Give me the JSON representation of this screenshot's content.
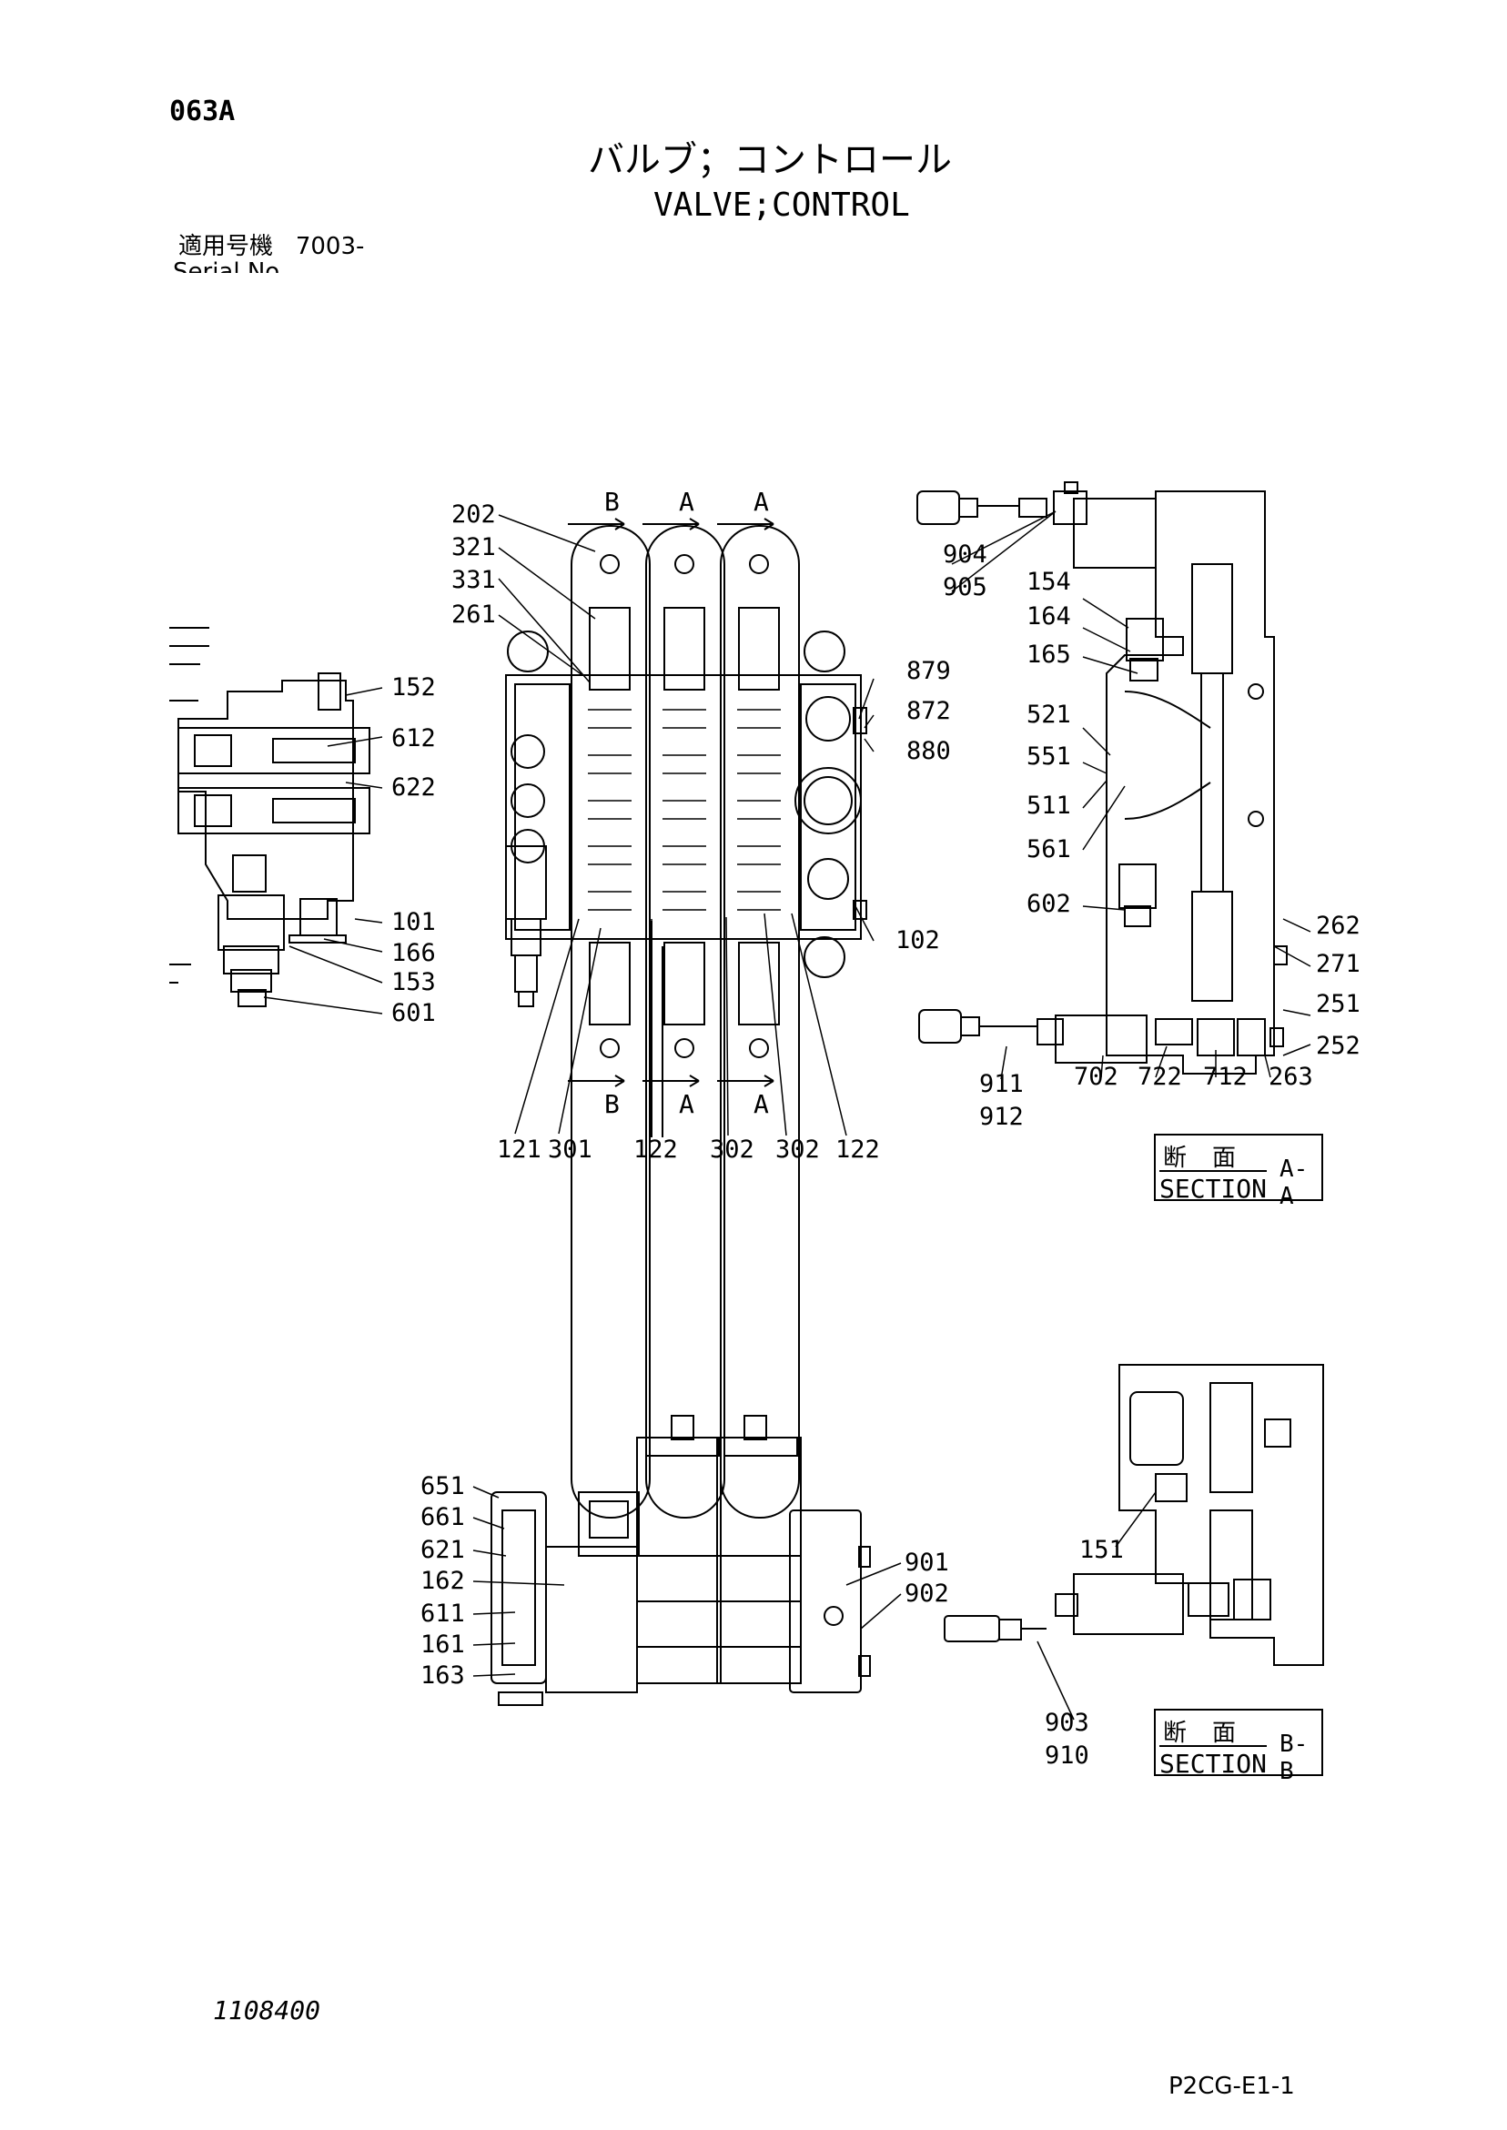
{
  "header": {
    "code": "063A",
    "title_jp": "バルブ；コントロール",
    "title_en": "VALVE;CONTROL",
    "serial_label_jp": "適用号機",
    "serial_value": "7003-",
    "serial_label_en": "Serial No."
  },
  "footer": {
    "catalog_no": "1108400",
    "page_code": "P2CG-E1-1"
  },
  "section_boxes": {
    "aa": {
      "jp": "断面",
      "en": "SECTION",
      "suffix": "A-A"
    },
    "bb": {
      "jp": "断面",
      "en": "SECTION",
      "suffix": "B-B"
    }
  },
  "section_markers": {
    "top": [
      "B",
      "A",
      "A"
    ],
    "bottom": [
      "B",
      "A",
      "A"
    ]
  },
  "callouts": {
    "left_view": [
      "152",
      "612",
      "622",
      "101",
      "166",
      "153",
      "601"
    ],
    "main_view_left": [
      "202",
      "321",
      "331",
      "261"
    ],
    "main_view_right": [
      "879",
      "872",
      "880",
      "102"
    ],
    "main_view_bottom": [
      "121",
      "301",
      "122",
      "302",
      "302",
      "122"
    ],
    "section_aa_top": [
      "904",
      "905"
    ],
    "section_aa_left": [
      "154",
      "164",
      "165",
      "521",
      "551",
      "511",
      "561",
      "602"
    ],
    "section_aa_right": [
      "262",
      "271",
      "251",
      "252"
    ],
    "section_aa_bottom": [
      "911",
      "912",
      "702",
      "722",
      "712",
      "263"
    ],
    "bottom_view_left": [
      "651",
      "661",
      "621",
      "162",
      "611",
      "161",
      "163"
    ],
    "bottom_view_right": [
      "901",
      "902"
    ],
    "section_bb": [
      "151",
      "903",
      "910"
    ]
  }
}
